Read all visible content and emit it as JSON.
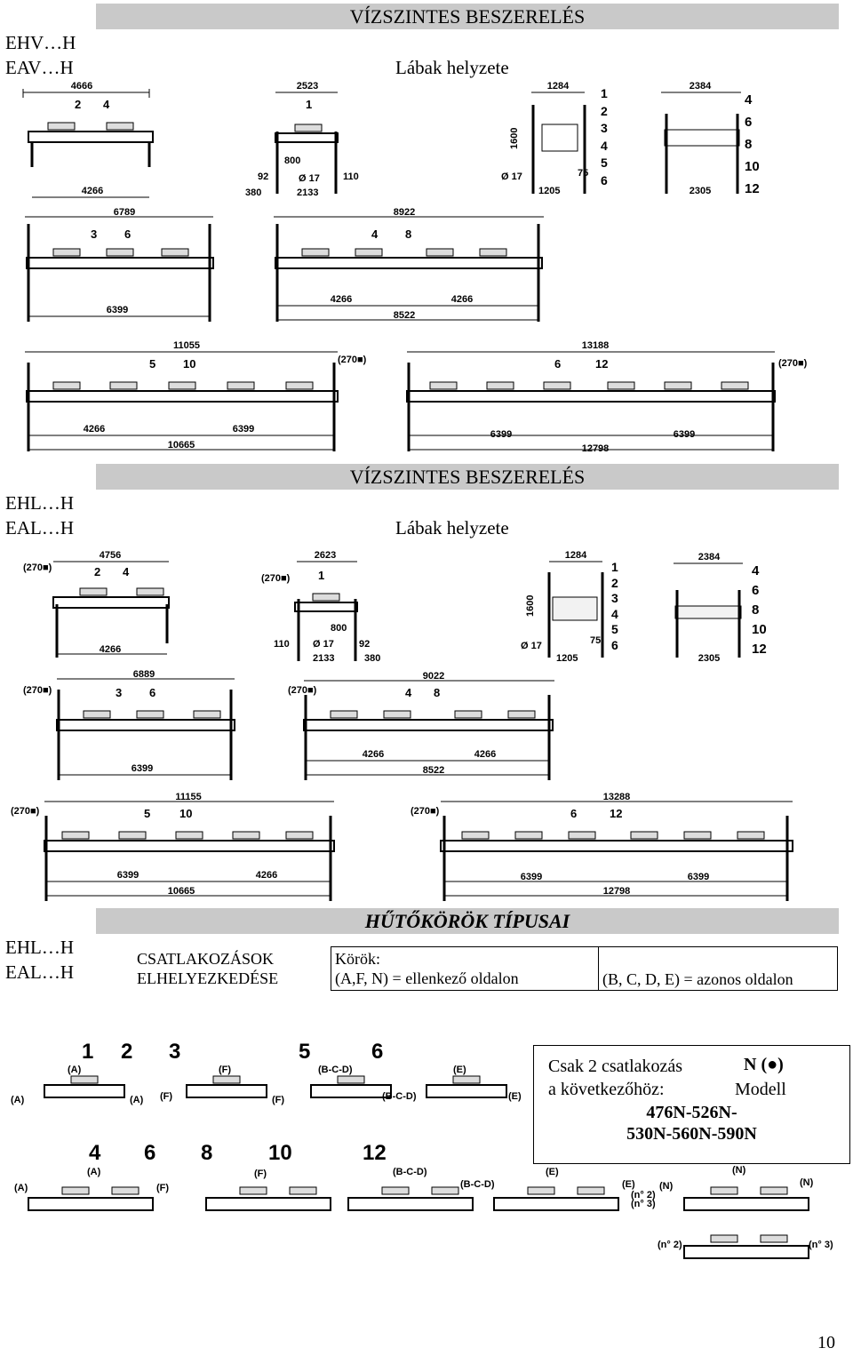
{
  "section1": {
    "series": [
      "EHV…H",
      "EAV…H"
    ],
    "band_title": "VÍZSZINTES BESZERELÉS",
    "subtitle": "Lábak helyzete",
    "row1": {
      "d1": {
        "top": "4666",
        "circ": "2",
        "circ2": "4",
        "bottom": "4266"
      },
      "d2": {
        "top": "2523",
        "circ": "1",
        "h": "800",
        "d": "Ø 17",
        "l": "92",
        "r": "110",
        "b1": "380",
        "b2": "2133"
      },
      "d3": {
        "top": "1284",
        "h": "1600",
        "d": "Ø 17",
        "b": "1205",
        "r": "75"
      },
      "legend_left": [
        "1",
        "2",
        "3",
        "4",
        "5",
        "6"
      ],
      "d4": {
        "top": "2384",
        "bottom": "2305"
      },
      "legend_right": [
        "4",
        "6",
        "8",
        "10",
        "12"
      ]
    },
    "row2": {
      "d1": {
        "top": "6789",
        "c1": "3",
        "c2": "6",
        "bottom": "6399"
      },
      "d2": {
        "top": "8922",
        "c1": "4",
        "c2": "8",
        "b1": "4266",
        "b2": "4266",
        "bottom": "8522"
      }
    },
    "row3": {
      "d1": {
        "top": "11055",
        "c1": "5",
        "c2": "10",
        "tag": "(270■)",
        "b1": "4266",
        "b2": "6399",
        "bottom": "10665"
      },
      "d2": {
        "top": "13188",
        "c1": "6",
        "c2": "12",
        "tag": "(270■)",
        "b1": "6399",
        "b2": "6399",
        "bottom": "12798"
      }
    }
  },
  "section2": {
    "series": [
      "EHL…H",
      "EAL…H"
    ],
    "band_title": "VÍZSZINTES BESZERELÉS",
    "subtitle": "Lábak helyzete",
    "row1": {
      "d1": {
        "tag": "(270■)",
        "top": "4756",
        "circ": "2",
        "circ2": "4",
        "bottom": "4266"
      },
      "d2": {
        "tag": "(270■)",
        "top": "2623",
        "circ": "1",
        "h": "800",
        "d": "Ø 17",
        "l": "110",
        "r": "92",
        "b1": "2133",
        "b2": "380"
      },
      "d3": {
        "top": "1284",
        "h": "1600",
        "d": "Ø 17",
        "b": "1205",
        "r": "75"
      },
      "legend_left": [
        "1",
        "2",
        "3",
        "4",
        "5",
        "6"
      ],
      "d4": {
        "top": "2384",
        "bottom": "2305"
      },
      "legend_right": [
        "4",
        "6",
        "8",
        "10",
        "12"
      ]
    },
    "row2": {
      "d1": {
        "tag": "(270■)",
        "top": "6889",
        "c1": "3",
        "c2": "6",
        "bottom": "6399"
      },
      "d2": {
        "tag": "(270■)",
        "top": "9022",
        "c1": "4",
        "c2": "8",
        "b1": "4266",
        "b2": "4266",
        "bottom": "8522"
      }
    },
    "row3": {
      "d1": {
        "tag": "(270■)",
        "top": "11155",
        "c1": "5",
        "c2": "10",
        "b1": "6399",
        "b2": "4266",
        "bottom": "10665"
      },
      "d2": {
        "tag": "(270■)",
        "top": "13288",
        "c1": "6",
        "c2": "12",
        "b1": "6399",
        "b2": "6399",
        "bottom": "12798"
      }
    }
  },
  "section3": {
    "series": [
      "EHL…H",
      "EAL…H"
    ],
    "band_title": "HŰTŐKÖRÖK TÍPUSAI",
    "table": {
      "col1": [
        "CSATLAKOZÁSOK",
        "ELHELYEZKEDÉSE"
      ],
      "col2_label": "Körök:",
      "col2_text": "(A,F, N) = ellenkező oldalon",
      "col3_text": "(B, C, D, E) = azonos oldalon"
    },
    "circuit_row1": [
      "1",
      "2",
      "3",
      "5",
      "6"
    ],
    "circuit_row2": [
      "4",
      "6",
      "8",
      "10",
      "12"
    ],
    "labels_row1": [
      "(A)",
      "(A)",
      "(A)",
      "(F)",
      "(F)",
      "(F)",
      "(B-C-D)",
      "(B-C-D)",
      "(E)",
      "(E)"
    ],
    "labels_row2": [
      "(A)",
      "(A)",
      "(F)",
      "(F)",
      "(B-C-D)",
      "(B-C-D)",
      "(E)",
      "(E)",
      "(N)",
      "(N)",
      "(N)"
    ],
    "n_labels": [
      "(n° 2)",
      "(n° 3)",
      "(n° 2)",
      "(n° 3)"
    ],
    "note": {
      "line1": "Csak 2 csatlakozás",
      "line2": "a következőhöz:",
      "n_title": "N (●)",
      "model_label": "Modell",
      "models1": "476N-526N-",
      "models2": "530N-560N-590N"
    }
  },
  "page_number": "10"
}
